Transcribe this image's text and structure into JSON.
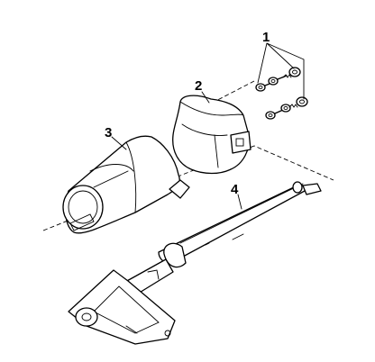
{
  "callouts": {
    "fasteners": "1",
    "dust_boot": "2",
    "cover": "3",
    "shaft": "4"
  }
}
